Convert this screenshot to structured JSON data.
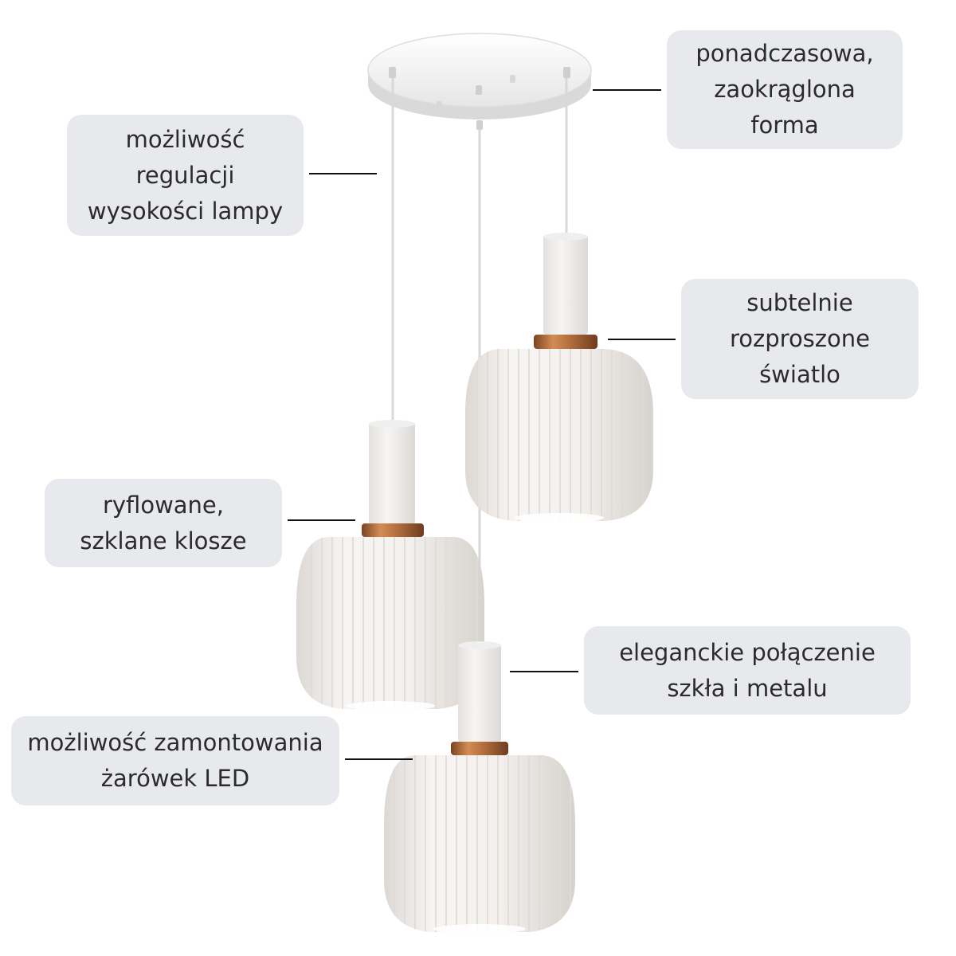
{
  "callouts": {
    "form": "ponadczasowa,\nzaokrąglona\nforma",
    "height": "możliwość\nregulacji\nwysokości lampy",
    "light": "subtelnie\nrozproszone\nświatlo",
    "glass": "ryflowane,\nszklane klosze",
    "elegance": "eleganckie połączenie\nszkła i metalu",
    "led": "możliwość zamontowania\nżarówek LED"
  },
  "colors": {
    "callout_bg": "#e8e9ed",
    "text": "#2b2b2b",
    "leader_line": "#111111",
    "metal_ring": "#b57040",
    "glass_shade": "#f2efec"
  }
}
